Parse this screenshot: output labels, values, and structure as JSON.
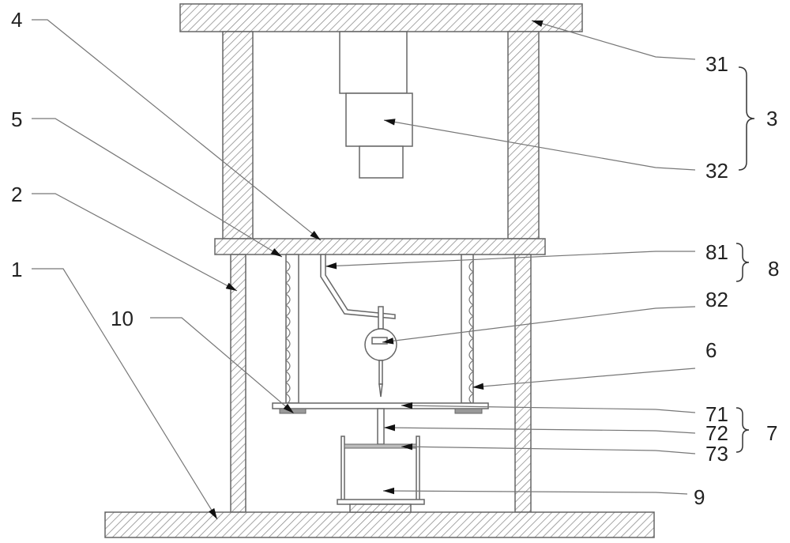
{
  "diagram": {
    "labels": {
      "l31": "31",
      "l32": "32",
      "l3": "3",
      "l4": "4",
      "l5": "5",
      "l2": "2",
      "l1": "1",
      "l10": "10",
      "l81": "81",
      "l82": "82",
      "l8": "8",
      "l6": "6",
      "l71": "71",
      "l72": "72",
      "l73": "73",
      "l7": "7",
      "l9": "9"
    }
  }
}
